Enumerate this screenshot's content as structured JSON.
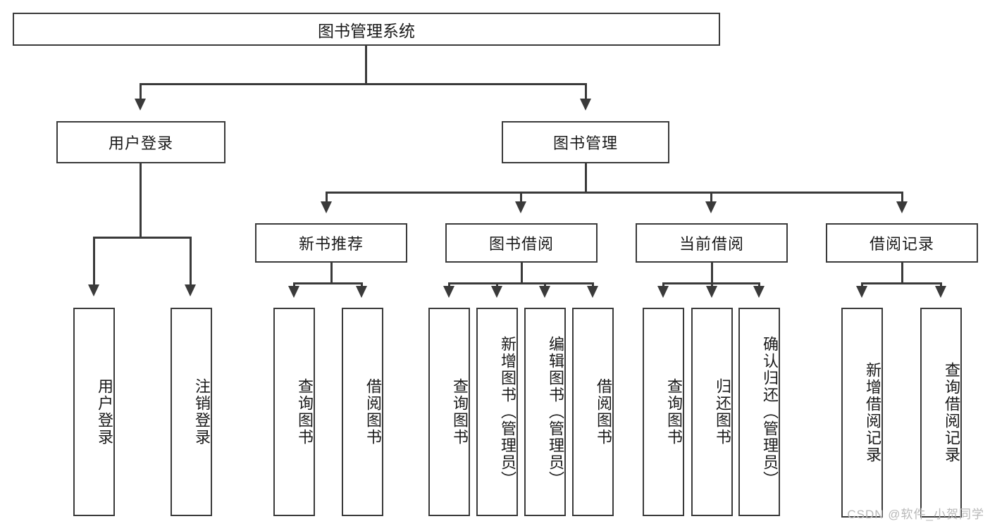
{
  "diagram": {
    "title": "图书管理系统",
    "type": "hierarchy-tree",
    "root": {
      "label": "图书管理系统"
    },
    "level2": [
      {
        "label": "用户登录"
      },
      {
        "label": "图书管理"
      }
    ],
    "level3": [
      {
        "label": "新书推荐"
      },
      {
        "label": "图书借阅"
      },
      {
        "label": "当前借阅"
      },
      {
        "label": "借阅记录"
      }
    ],
    "leaves": {
      "user_login": [
        {
          "label": "用户登录"
        },
        {
          "label": "注销登录"
        }
      ],
      "new_book_recommend": [
        {
          "label": "查询图书"
        },
        {
          "label": "借阅图书"
        }
      ],
      "book_borrow": [
        {
          "label": "查询图书"
        },
        {
          "label": "新增图书（管理员）"
        },
        {
          "label": "编辑图书（管理员）"
        },
        {
          "label": "借阅图书"
        }
      ],
      "current_borrow": [
        {
          "label": "查询图书"
        },
        {
          "label": "归还图书"
        },
        {
          "label": "确认归还（管理员）"
        }
      ],
      "borrow_record": [
        {
          "label": "新增借阅记录"
        },
        {
          "label": "查询借阅记录"
        }
      ]
    }
  },
  "watermark": {
    "text": "CSDN @软件_小贺同学"
  },
  "colors": {
    "stroke": "#3a3a3a",
    "fill": "#ffffff",
    "text": "#1a1a1a",
    "watermark": "#b8b8b8"
  }
}
